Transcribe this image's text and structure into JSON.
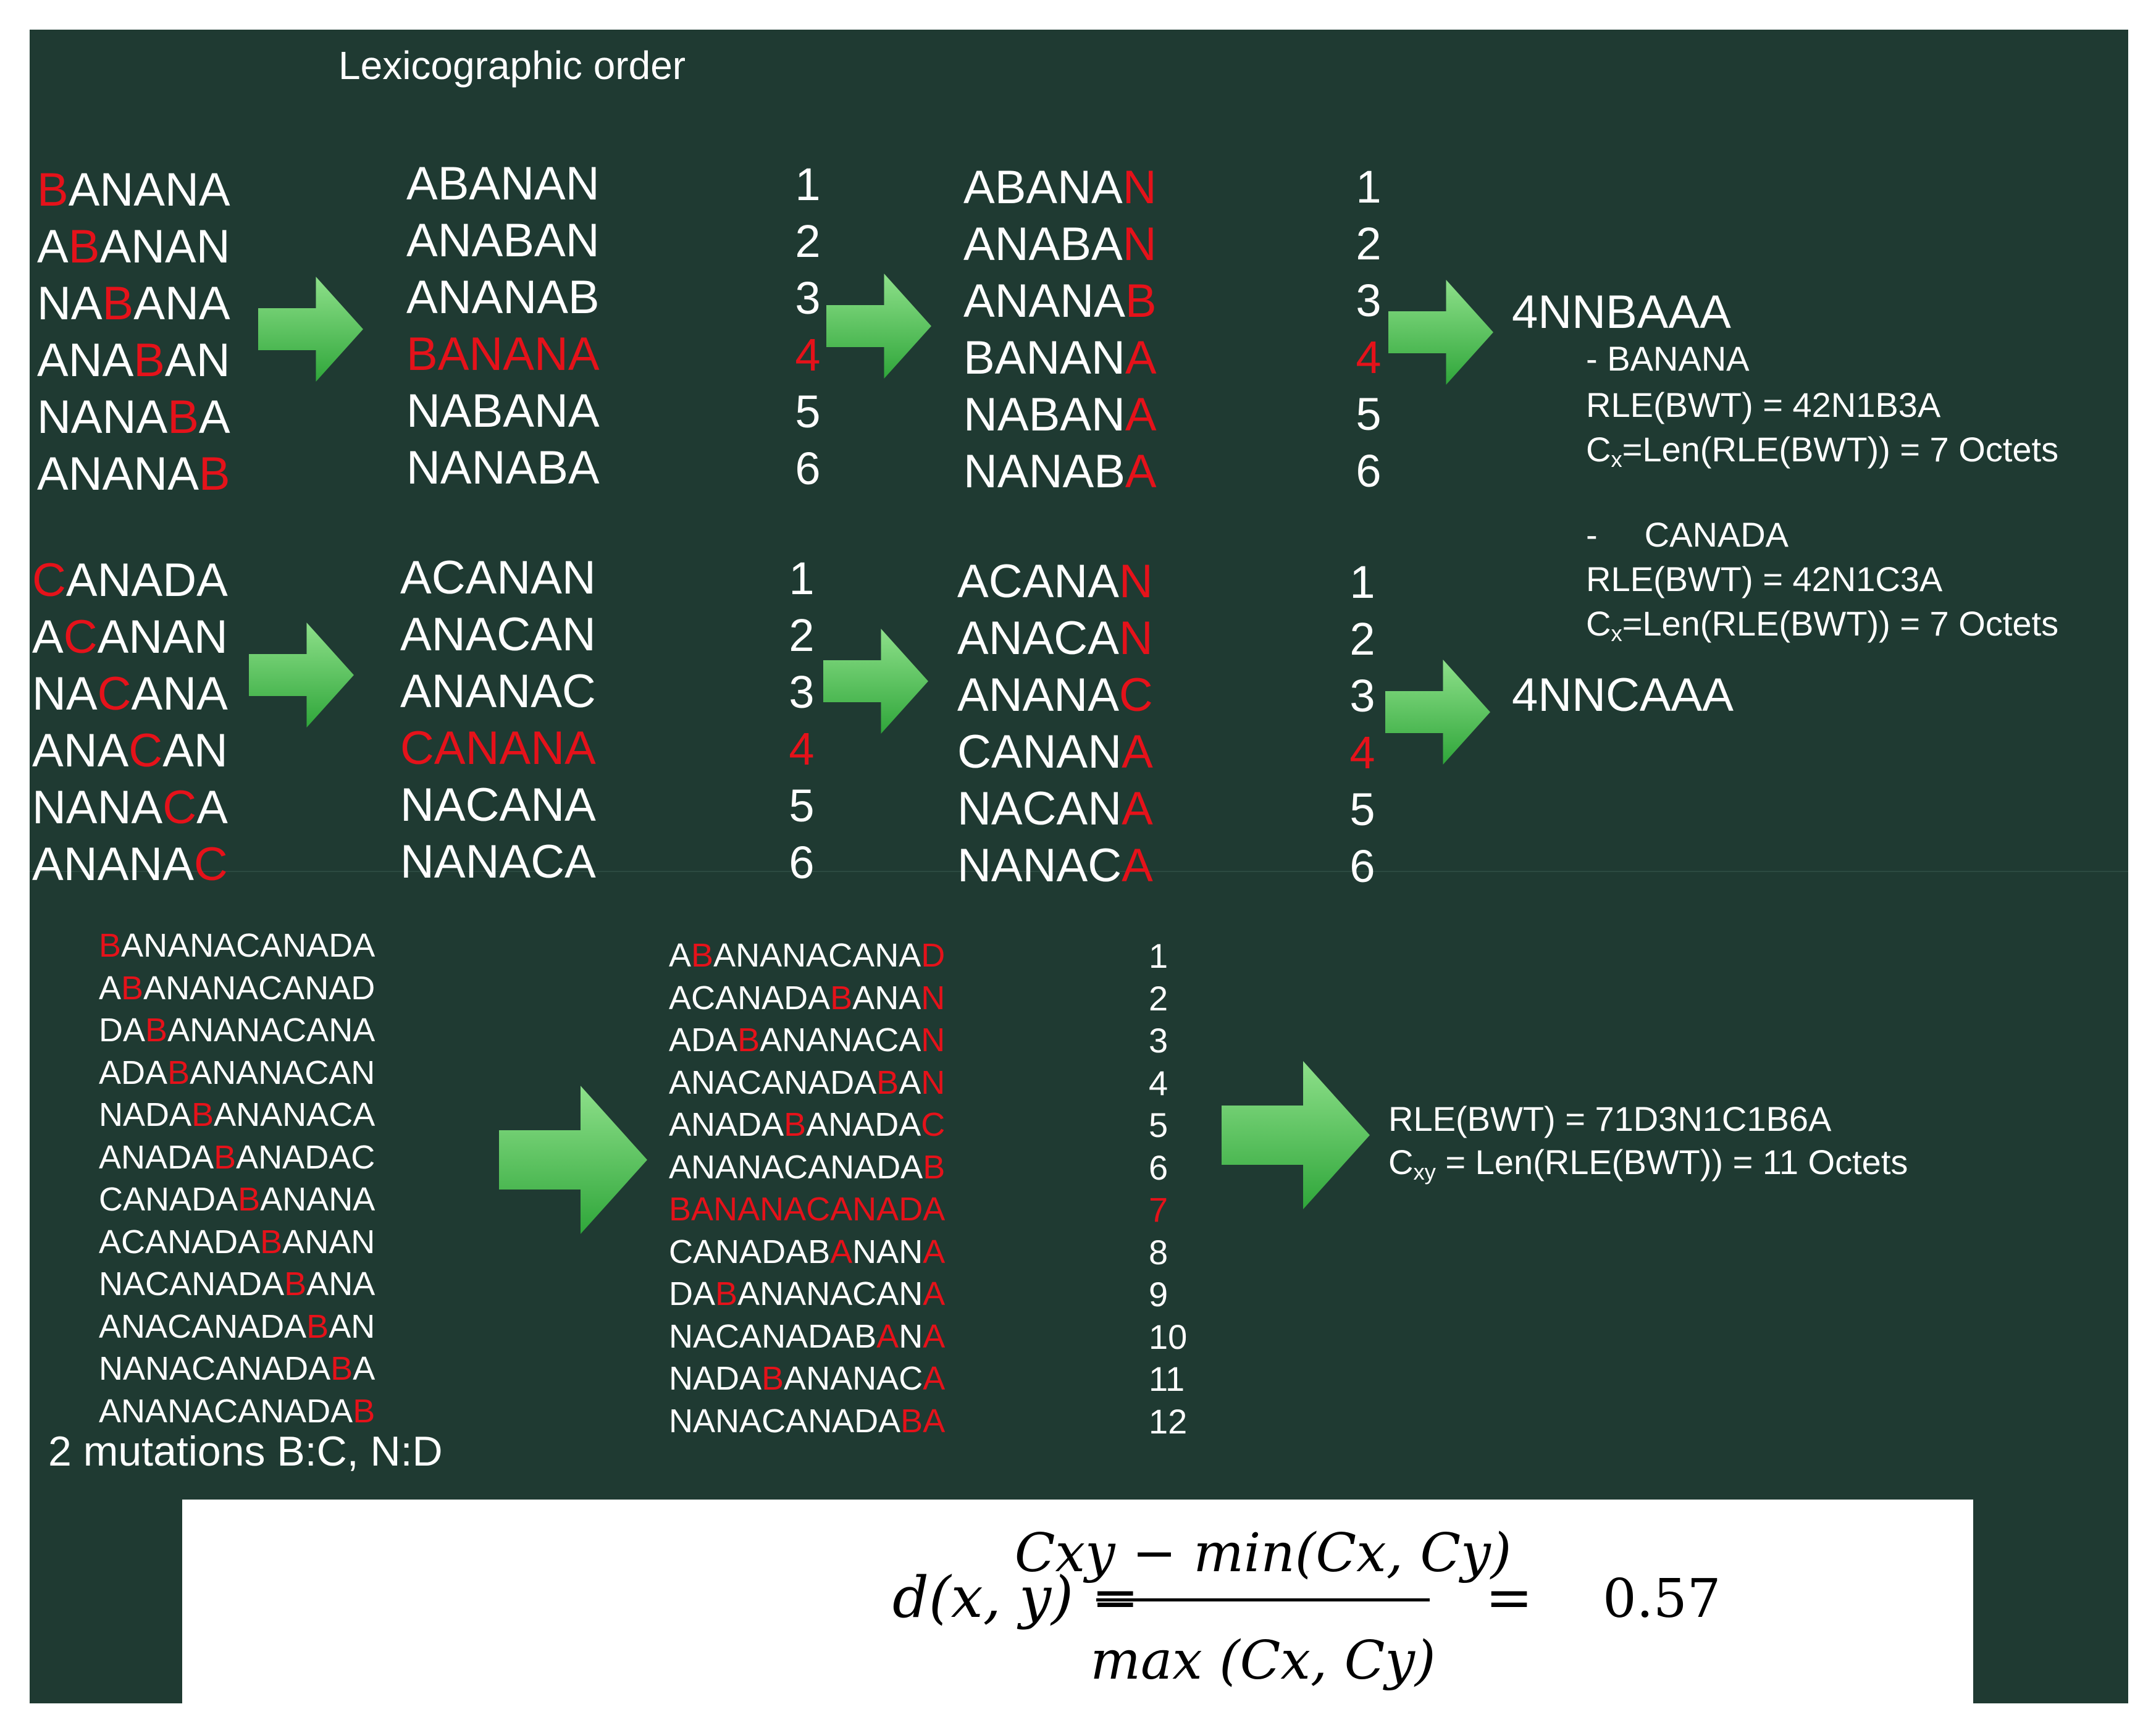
{
  "title": "Lexicographic order",
  "arrow_icon": "right-arrow-icon",
  "colors": {
    "background": "#1f3a32",
    "text": "#ffffff",
    "highlight": "#e5121a",
    "arrow": "#5bc85b"
  },
  "banana": {
    "rotations": [
      "BANANA",
      "ABANAN",
      "NABANA",
      "ANABAN",
      "NANABA",
      "ANANAB"
    ],
    "rotations_red": [
      0,
      1,
      2,
      3,
      4,
      5
    ],
    "sorted": [
      "ABANAN",
      "ANABAN",
      "ANANAB",
      "BANANA",
      "NABANA",
      "NANABA"
    ],
    "sorted_highlight_row": 3,
    "indices": [
      "1",
      "2",
      "3",
      "4",
      "5",
      "6"
    ],
    "result": "4NNBAAA",
    "label": "- BANANA",
    "rle": "RLE(BWT) = 42N1B3A",
    "cx_prefix": "C",
    "cx_sub": "x",
    "cx_suffix": "=Len(RLE(BWT)) = 7 Octets"
  },
  "canada": {
    "rotations": [
      "CANADA",
      "ACANAN",
      "NACANA",
      "ANACAN",
      "NANACA",
      "ANANAC"
    ],
    "rotations_red": [
      0,
      1,
      2,
      3,
      4,
      5
    ],
    "sorted": [
      "ACANAN",
      "ANACAN",
      "ANANAC",
      "CANANA",
      "NACANA",
      "NANACA"
    ],
    "sorted_highlight_row": 3,
    "indices": [
      "1",
      "2",
      "3",
      "4",
      "5",
      "6"
    ],
    "result": "4NNCAAA",
    "label_dash": "-",
    "label": "CANADA",
    "rle": "RLE(BWT) = 42N1C3A",
    "cx_prefix": "C",
    "cx_sub": "x",
    "cx_suffix": "=Len(RLE(BWT)) = 7 Octets"
  },
  "combined": {
    "rotations": [
      "BANANACANADA",
      "ABANANACANAD",
      "DABANANACANA",
      "ADABANANACAN",
      "NADABANANACA",
      "ANADABANADAC",
      "CANADABANANA",
      "ACANADABANAN",
      "NACANADABANA",
      "ANACANADABAN",
      "NANACANADABA",
      "ANANACANADAB"
    ],
    "rotations_red": [
      0,
      1,
      2,
      3,
      4,
      5,
      6,
      7,
      8,
      9,
      10,
      11
    ],
    "sorted": [
      "ABANANACANAD",
      "ACANADABANAN",
      "ADABANANACAN",
      "ANACANADABAN",
      "ANADABANADAC",
      "ANANACANADAB",
      "BANANACANADA",
      "CANADABANANA",
      "DABANANACANA",
      "NACANADABANA",
      "NADABANANACA",
      "NANACANADABA"
    ],
    "sorted_red": [
      [
        1,
        11
      ],
      [
        7,
        11
      ],
      [
        3,
        11
      ],
      [
        9,
        11
      ],
      [
        5,
        11
      ],
      [
        11
      ],
      [],
      [
        7,
        11
      ],
      [
        2,
        11
      ],
      [
        9,
        11
      ],
      [
        4,
        11
      ],
      [
        10,
        11
      ]
    ],
    "sorted_highlight_row": 6,
    "indices": [
      "1",
      "2",
      "3",
      "4",
      "5",
      "6",
      "7",
      "8",
      "9",
      "10",
      "11",
      "12"
    ],
    "mutations": "2 mutations B:C, N:D",
    "rle": "RLE(BWT) = 71D3N1C1B6A",
    "cxy_prefix": "C",
    "cxy_sub": "xy",
    "cxy_suffix": " = Len(RLE(BWT)) = 11 Octets"
  },
  "formula": {
    "lhs": "d(x, y) =",
    "numerator": "Cxy − min(Cx, Cy)",
    "denominator": "max (Cx, Cy)",
    "equals": "=",
    "value": "0.57"
  }
}
